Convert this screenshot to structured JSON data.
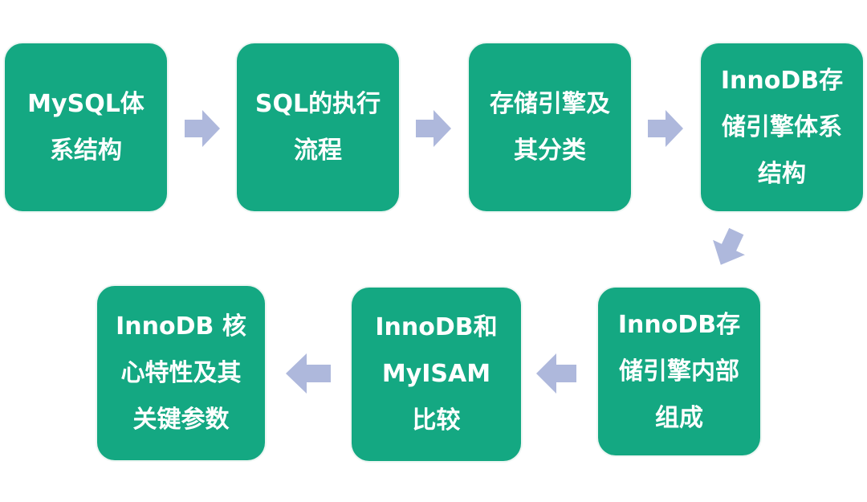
{
  "colors": {
    "box_fill": "#14a882",
    "box_text": "#ffffff",
    "arrow_fill": "#aeb8dc",
    "background": "#ffffff"
  },
  "steps": [
    {
      "lines": [
        "MySQL体",
        "系结构"
      ]
    },
    {
      "lines": [
        "SQL的执行",
        "流程"
      ]
    },
    {
      "lines": [
        "存储引擎及",
        "其分类"
      ]
    },
    {
      "lines": [
        "InnoDB存",
        "储引擎体系",
        "结构"
      ]
    },
    {
      "lines": [
        "InnoDB存",
        "储引擎内部",
        "组成"
      ]
    },
    {
      "lines": [
        "InnoDB和",
        "MyISAM",
        "比较"
      ]
    },
    {
      "lines": [
        "InnoDB 核",
        "心特性及其",
        "关键参数"
      ]
    }
  ],
  "arrows": [
    {
      "from": 1,
      "to": 2,
      "direction": "right"
    },
    {
      "from": 2,
      "to": 3,
      "direction": "right"
    },
    {
      "from": 3,
      "to": 4,
      "direction": "right"
    },
    {
      "from": 4,
      "to": 5,
      "direction": "down-left"
    },
    {
      "from": 5,
      "to": 6,
      "direction": "left"
    },
    {
      "from": 6,
      "to": 7,
      "direction": "left"
    }
  ]
}
